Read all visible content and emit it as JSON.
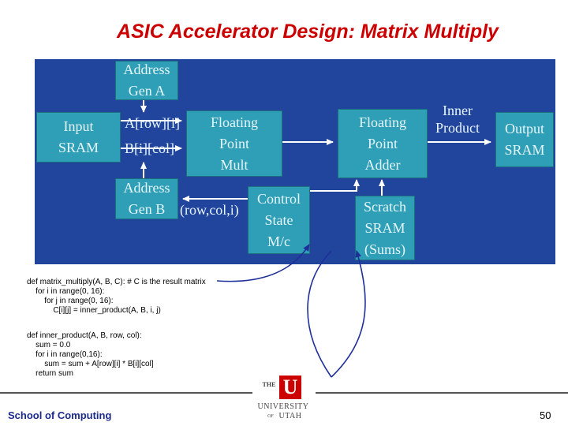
{
  "title": "ASIC Accelerator Design: Matrix Multiply",
  "diagram": {
    "blocks": {
      "addr_gen_a": [
        "Address",
        "Gen A"
      ],
      "input_sram": [
        "Input",
        "SRAM"
      ],
      "fp_mult": [
        "Floating",
        "Point",
        "Mult"
      ],
      "fp_adder": [
        "Floating",
        "Point",
        "Adder"
      ],
      "output_sram": [
        "Output",
        "SRAM"
      ],
      "addr_gen_b": [
        "Address",
        "Gen B"
      ],
      "control": [
        "Control",
        "State",
        "M/c"
      ],
      "scratch_sram": [
        "Scratch",
        "SRAM",
        "(Sums)"
      ]
    },
    "labels": {
      "a_row": "A[row][i]",
      "b_col": "B[i][col]",
      "inner_product": [
        "Inner",
        "Product"
      ],
      "row_col_i": "(row,col,i)"
    },
    "colors": {
      "background": "#21449c",
      "block": "#2e9fb6",
      "title": "#cc0000"
    }
  },
  "code": [
    "def matrix_multiply(A, B, C): # C is the result matrix",
    "    for i in range(0, 16):",
    "        for j in range(0, 16):",
    "            C[i][j] = inner_product(A, B, i, j)",
    "",
    "def inner_product(A, B, row, col):",
    "    sum = 0.0",
    "    for i in range(0,16):",
    "        sum = sum + A[row][i] * B[i][col]",
    "    return sum"
  ],
  "footer": {
    "school": "School of Computing",
    "page": "50",
    "logo": {
      "the": "THE",
      "university": "UNIVERSITY",
      "of": "OF",
      "utah": "UTAH",
      "mark": "U"
    }
  }
}
